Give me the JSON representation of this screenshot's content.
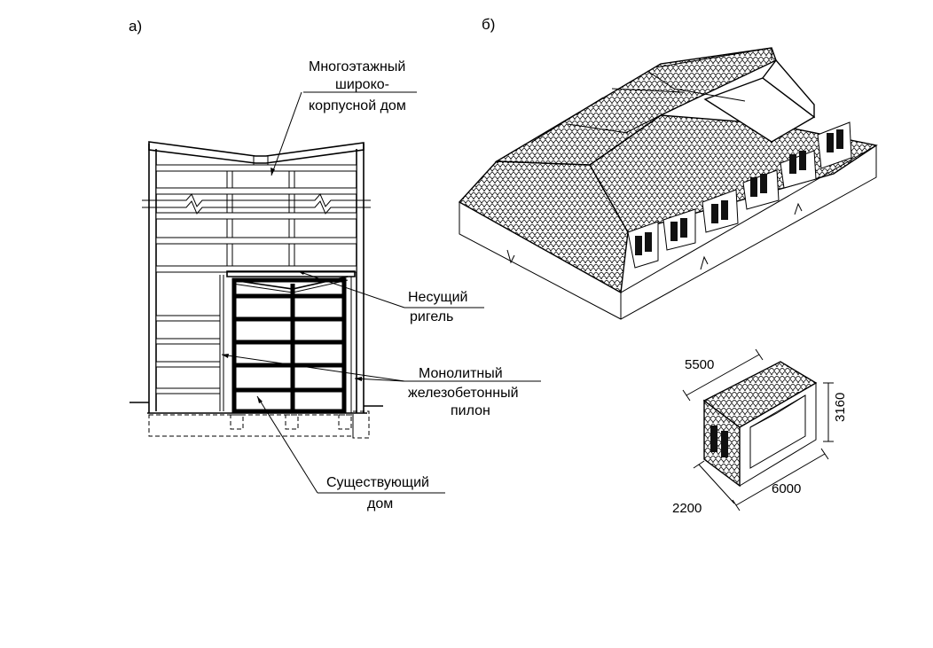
{
  "panels": {
    "a": "а)",
    "b": "б)"
  },
  "labels": {
    "building": [
      "Многоэтажный",
      "широко-",
      "корпусной дом"
    ],
    "beam": [
      "Несущий",
      "ригель"
    ],
    "pylon": [
      "Монолитный",
      "железобетонный",
      "пилон"
    ],
    "existing": [
      "Существующий",
      "дом"
    ]
  },
  "dimensions": {
    "width": "5500",
    "height": "3160",
    "length": "6000",
    "depth": "2200"
  }
}
